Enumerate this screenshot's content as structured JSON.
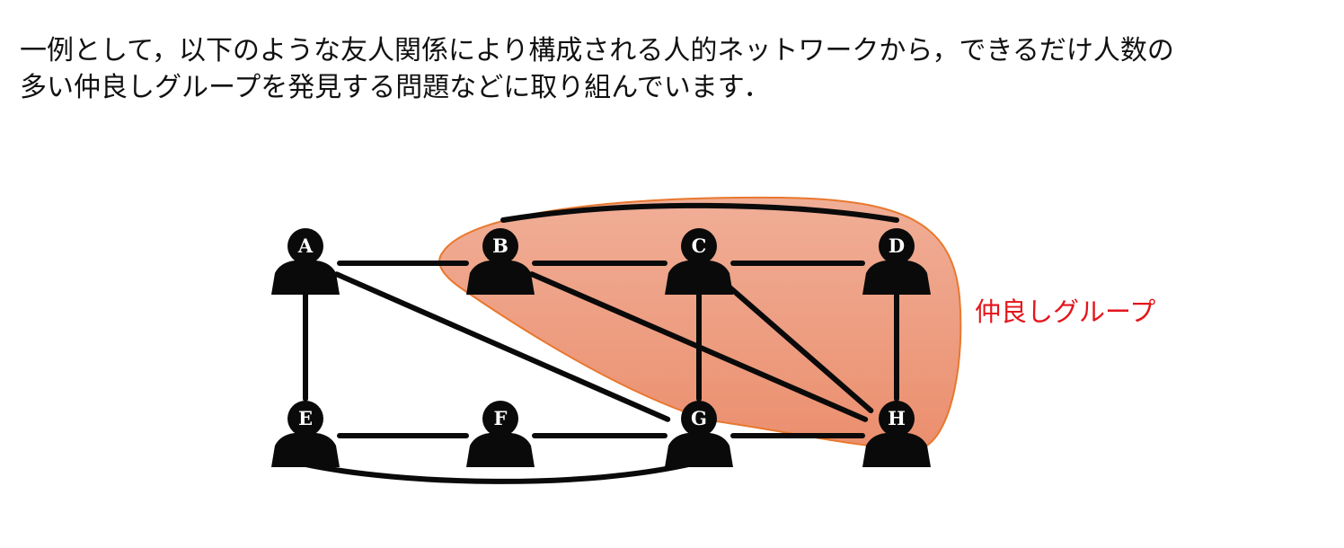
{
  "caption": {
    "line1": "一例として，以下のような友人関係により構成される人的ネットワークから，できるだけ人数の",
    "line2": "多い仲良しグループを発見する問題などに取り組んでいます．"
  },
  "diagram": {
    "group_label": "仲良しグループ",
    "group_color": "#ec8f6c",
    "group_label_color": "#e3161b",
    "nodes": [
      {
        "id": "A",
        "label": "A"
      },
      {
        "id": "B",
        "label": "B"
      },
      {
        "id": "C",
        "label": "C"
      },
      {
        "id": "D",
        "label": "D"
      },
      {
        "id": "E",
        "label": "E"
      },
      {
        "id": "F",
        "label": "F"
      },
      {
        "id": "G",
        "label": "G"
      },
      {
        "id": "H",
        "label": "H"
      }
    ],
    "edges": [
      [
        "A",
        "B"
      ],
      [
        "B",
        "C"
      ],
      [
        "C",
        "D"
      ],
      [
        "B",
        "D"
      ],
      [
        "A",
        "E"
      ],
      [
        "A",
        "G"
      ],
      [
        "B",
        "H"
      ],
      [
        "C",
        "G"
      ],
      [
        "C",
        "H"
      ],
      [
        "D",
        "H"
      ],
      [
        "E",
        "F"
      ],
      [
        "F",
        "G"
      ],
      [
        "G",
        "H"
      ],
      [
        "E",
        "G"
      ]
    ],
    "group_members": [
      "B",
      "C",
      "D",
      "H"
    ]
  }
}
